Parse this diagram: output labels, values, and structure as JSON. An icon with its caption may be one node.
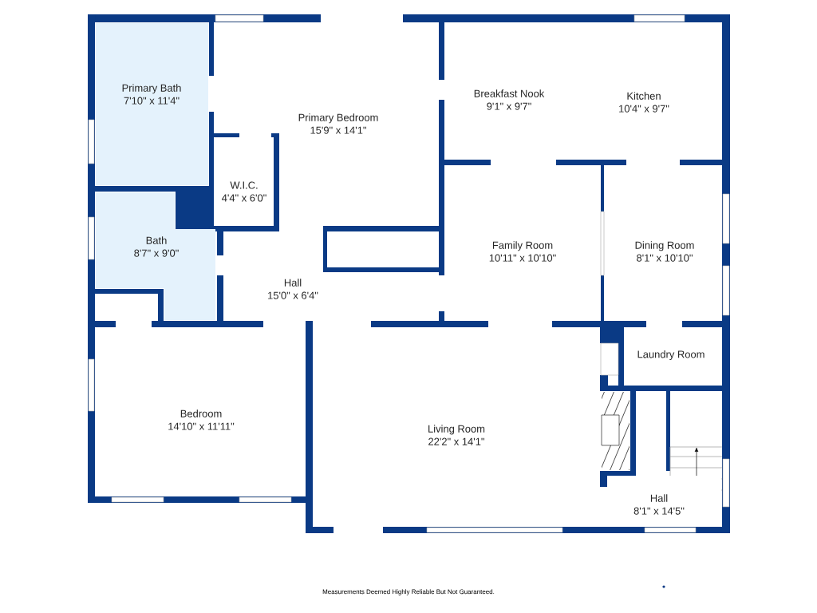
{
  "diagram": {
    "nodes": [
      {
        "text": [
          "Primary Bath",
          "7'10\" x 11'4\""
        ]
      },
      {
        "text": [
          "Primary Bedroom",
          "15'9\" x 14'1\""
        ]
      },
      {
        "text": [
          "W.I.C.",
          "4'4\" x 6'0\""
        ]
      },
      {
        "text": [
          "Breakfast Nook",
          "9'1\" x 9'7\""
        ]
      },
      {
        "text": [
          "Kitchen",
          "10'4\" x 9'7\""
        ]
      },
      {
        "text": [
          "Bath",
          "8'7\" x 9'0\""
        ]
      },
      {
        "text": [
          "Hall",
          "15'0\" x 6'4\""
        ]
      },
      {
        "text": [
          "Family Room",
          "10'11\" x 10'10\""
        ]
      },
      {
        "text": [
          "Dining Room",
          "8'1\" x 10'10\""
        ]
      },
      {
        "text": [
          "Bedroom",
          "14'10\" x 11'11\""
        ]
      },
      {
        "text": [
          "Living Room",
          "22'2\" x 14'1\""
        ]
      },
      {
        "text": [
          "Laundry Room"
        ]
      },
      {
        "text": [
          "Hall",
          "8'1\" x 14'5\""
        ]
      }
    ],
    "labels": [
      "Measurements Deemed Highly Reliable But Not Guaranteed."
    ]
  }
}
